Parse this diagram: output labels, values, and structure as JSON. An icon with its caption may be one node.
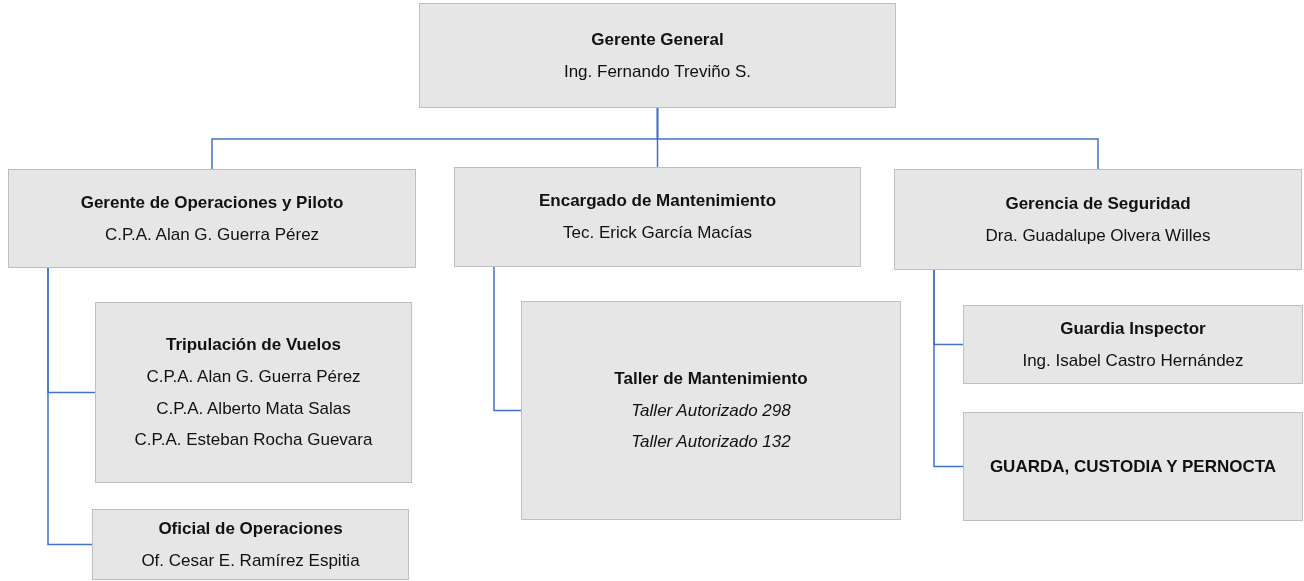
{
  "diagram": {
    "nodes": [
      {
        "text": [
          "Gerente General",
          "Ing. Fernando Treviño S."
        ]
      },
      {
        "text": [
          "Gerente  de Operaciones y Piloto",
          "C.P.A. Alan G. Guerra Pérez"
        ]
      },
      {
        "text": [
          "Encargado de Mantenimiento",
          "Tec. Erick García Macías"
        ]
      },
      {
        "text": [
          "Gerencia de Seguridad",
          "Dra. Guadalupe Olvera Willes"
        ]
      },
      {
        "text": [
          "Tripulación de Vuelos",
          "C.P.A. Alan G. Guerra Pérez",
          "C.P.A. Alberto Mata Salas",
          "C.P.A. Esteban Rocha Guevara"
        ]
      },
      {
        "text": [
          "Oficial de Operaciones",
          "Of. Cesar E. Ramírez Espitia"
        ]
      },
      {
        "text": [
          "Taller de Mantenimiento",
          "*Taller Autorizado 298*",
          "*Taller Autorizado 132*"
        ]
      },
      {
        "text": [
          "Guardia Inspector",
          "Ing. Isabel Castro Hernández"
        ]
      },
      {
        "text": [
          "GUARDA, CUSTODIA Y PERNOCTA"
        ]
      }
    ],
    "edges": [
      {
        "from": 0,
        "to": 1,
        "arrow": "none"
      },
      {
        "from": 0,
        "to": 2,
        "arrow": "none"
      },
      {
        "from": 0,
        "to": 3,
        "arrow": "none"
      },
      {
        "from": 1,
        "to": 4,
        "arrow": "none"
      },
      {
        "from": 1,
        "to": 5,
        "arrow": "none"
      },
      {
        "from": 2,
        "to": 6,
        "arrow": "none"
      },
      {
        "from": 3,
        "to": 7,
        "arrow": "none"
      },
      {
        "from": 3,
        "to": 8,
        "arrow": "none"
      }
    ]
  }
}
